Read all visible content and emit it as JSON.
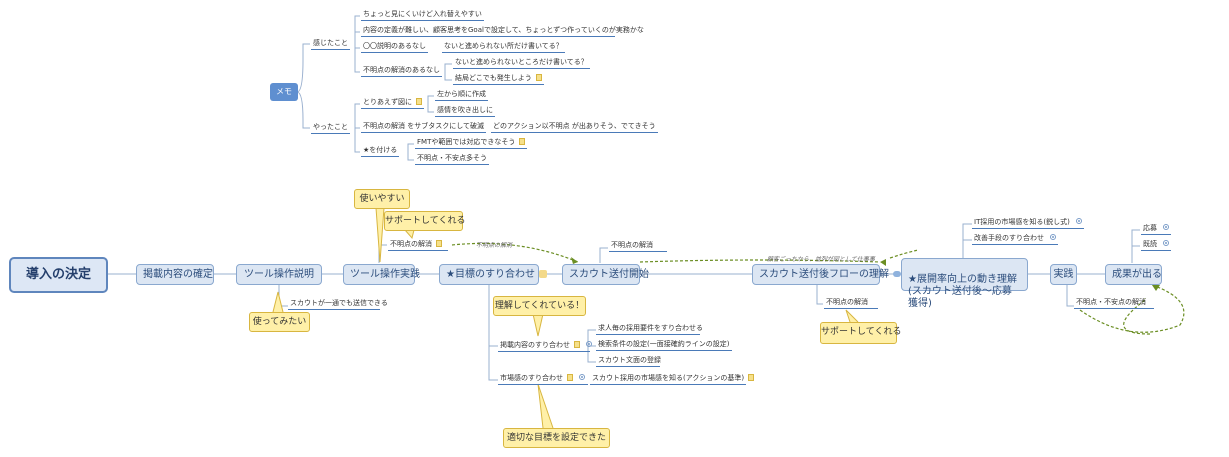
{
  "root": "導入の決定",
  "memo": {
    "label": "メモ",
    "impressions": {
      "label": "感じたこと",
      "items": [
        "ちょっと見にくいけど入れ替えやすい",
        "内容の定義が難しい、顧客思考をGoalで設定して、ちょっとずつ作っていくのが実務かな",
        "〇〇説明のあるなし",
        "ないと進められない所だけ書いてる？",
        "不明点の解消のあるなし",
        "ないと進められないところだけ書いてる？",
        "結局どこでも発生しよう"
      ]
    },
    "done": {
      "label": "やったこと",
      "items": [
        "とりあえず図に",
        "左から順に作成",
        "感情を吹き出しに",
        "不明点の解消 をサブタスクにして破滅",
        "どのアクション以不明点 が出ありそう、でてきそう",
        "★を付ける",
        "FMTや範囲では対応できなそう",
        "不明点・不安点多そう"
      ]
    }
  },
  "flow": [
    "掲載内容の確定",
    "ツール操作説明",
    "ツール操作実践",
    "★目標のすり合わせ",
    "スカウト送付開始",
    "スカウト送付後フローの理解",
    "★展開率向上の動き理解\n(スカウト送付後～応募獲得)",
    "実践",
    "成果が出る"
  ],
  "subs": {
    "tool_explain": "スカウトが一通でも送信できる",
    "tool_practice": "不明点の解消",
    "scout_start": "不明点の解消",
    "followup_flow": "不明点の解消",
    "retention": [
      "IT採用の市場感を知る(鋭し式)",
      "改善手段のすり合わせ"
    ],
    "practice": "不明点・不安点の解消",
    "results": [
      "応募",
      "既読"
    ],
    "goal": {
      "content": "掲載内容のすり合わせ",
      "content_items": [
        "求人毎の採用要件をすり合わせる",
        "検索条件の設定(一面接確約ラインの設定)",
        "スカウト文面の登録"
      ],
      "market": "市場感のすり合わせ",
      "market_item": "スカウト採用の市場感を知る(アクションの基準)"
    }
  },
  "callouts": {
    "easy": "使いやすい",
    "support1": "サポートしてくれる",
    "tried": "使ってみたい",
    "understood": "理解してくれている！",
    "goal_set": "適切な目標を設定できた",
    "support2": "サポートしてくれる"
  },
  "relations": {
    "r1": "不明点の解消",
    "r2": "顧客ごっちから、並列が図として仕事事"
  },
  "colors": {
    "topic_fill": "#dce6f3",
    "topic_border": "#8aa8cf",
    "line": "#4a7ab8",
    "callout_fill": "#fff0a8",
    "relation": "#6b8e23"
  }
}
